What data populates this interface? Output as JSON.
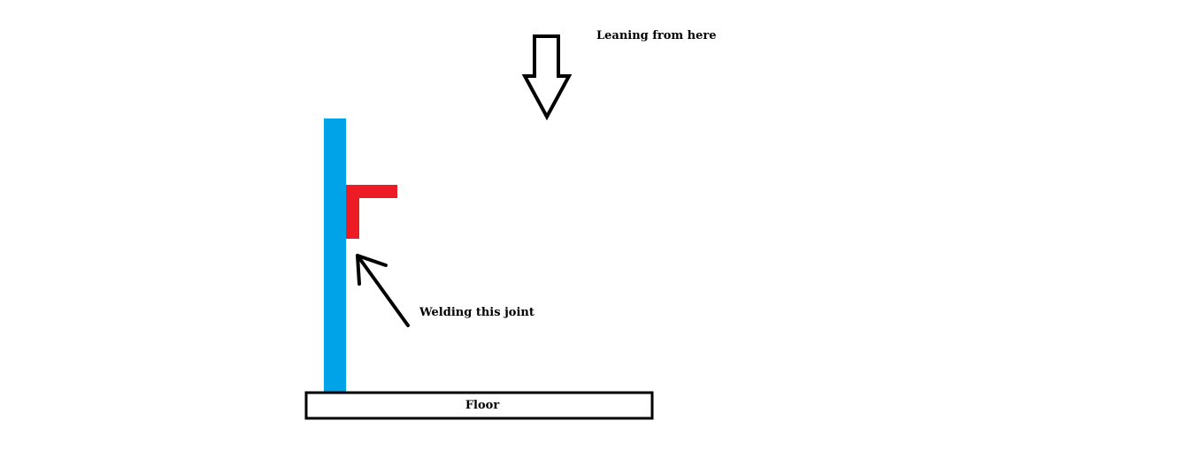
{
  "labels": {
    "leaning": "Leaning from here",
    "welding": "Welding this joint",
    "floor": "Floor"
  },
  "colors": {
    "post": "#00a2e8",
    "bracket": "#ed1c24",
    "outline": "#000000",
    "background": "#ffffff"
  },
  "icons": {
    "leaning_arrow": "down-arrow-icon",
    "welding_arrow": "diagonal-arrow-icon"
  }
}
